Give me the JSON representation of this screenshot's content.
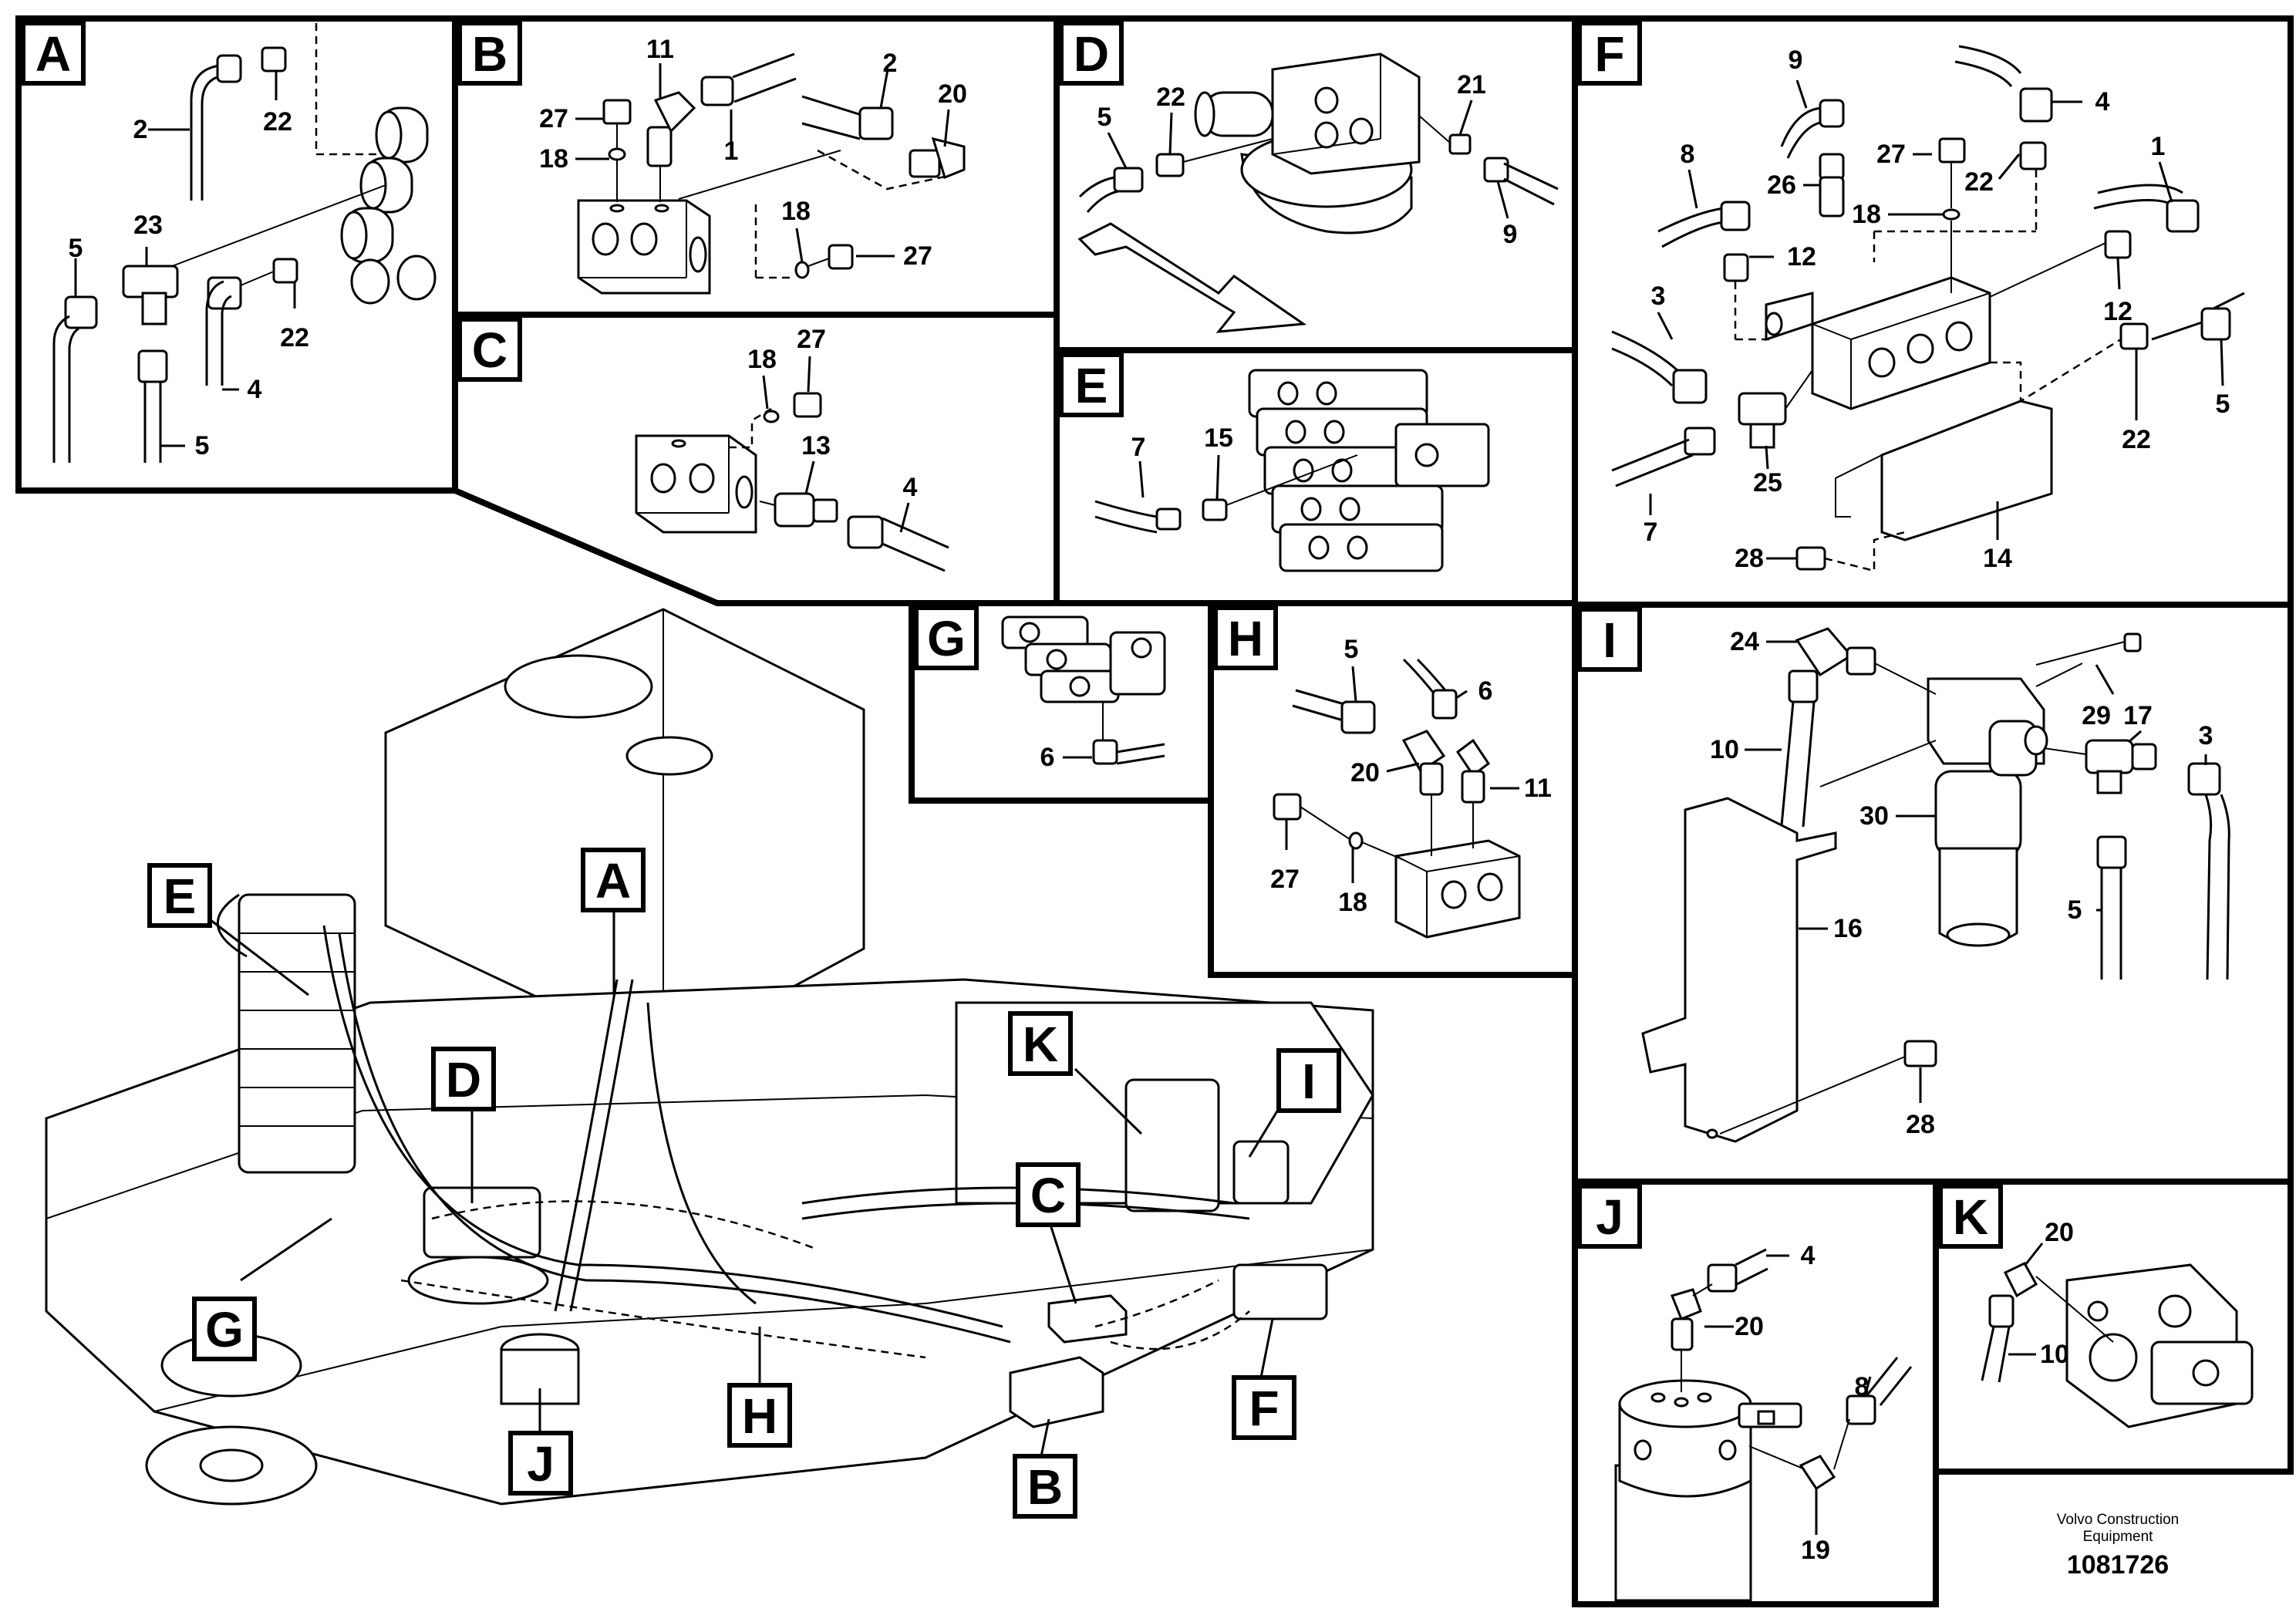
{
  "panels": {
    "A": {
      "letter": "A",
      "labels": [
        "2",
        "22",
        "23",
        "5",
        "22",
        "4",
        "5"
      ]
    },
    "B": {
      "letter": "B",
      "labels": [
        "11",
        "2",
        "20",
        "27",
        "18",
        "1",
        "18",
        "27"
      ]
    },
    "C": {
      "letter": "C",
      "labels": [
        "18",
        "27",
        "13",
        "4"
      ]
    },
    "D": {
      "letter": "D",
      "labels": [
        "22",
        "21",
        "5",
        "9"
      ]
    },
    "E": {
      "letter": "E",
      "labels": [
        "7",
        "15"
      ]
    },
    "F": {
      "letter": "F",
      "labels": [
        "9",
        "4",
        "1",
        "8",
        "27",
        "26",
        "22",
        "18",
        "12",
        "12",
        "3",
        "25",
        "22",
        "5",
        "7",
        "28",
        "14"
      ]
    },
    "G": {
      "letter": "G",
      "labels": [
        "6"
      ]
    },
    "H": {
      "letter": "H",
      "labels": [
        "5",
        "6",
        "20",
        "11",
        "27",
        "18"
      ]
    },
    "I": {
      "letter": "I",
      "labels": [
        "24",
        "29",
        "17",
        "10",
        "3",
        "30",
        "5",
        "16",
        "28"
      ]
    },
    "J": {
      "letter": "J",
      "labels": [
        "4",
        "20",
        "8",
        "19"
      ]
    },
    "K": {
      "letter": "K",
      "labels": [
        "20",
        "10"
      ]
    }
  },
  "overview_callouts": [
    "E",
    "A",
    "D",
    "G",
    "K",
    "I",
    "C",
    "J",
    "H",
    "F",
    "B"
  ],
  "footer": {
    "brand_line1": "Volvo Construction",
    "brand_line2": "Equipment",
    "doc_number": "1081726"
  }
}
